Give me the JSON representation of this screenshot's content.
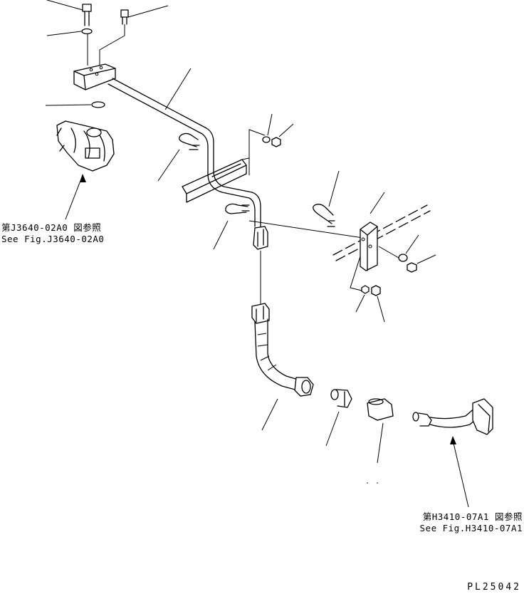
{
  "refs": {
    "j3640": {
      "jp": "第J3640-02A0 図参照",
      "en": "See Fig.J3640-02A0"
    },
    "h3410": {
      "jp": "第H3410-07A1 図参照",
      "en": "See Fig.H3410-07A1"
    }
  },
  "drawing_code": "PL25042"
}
